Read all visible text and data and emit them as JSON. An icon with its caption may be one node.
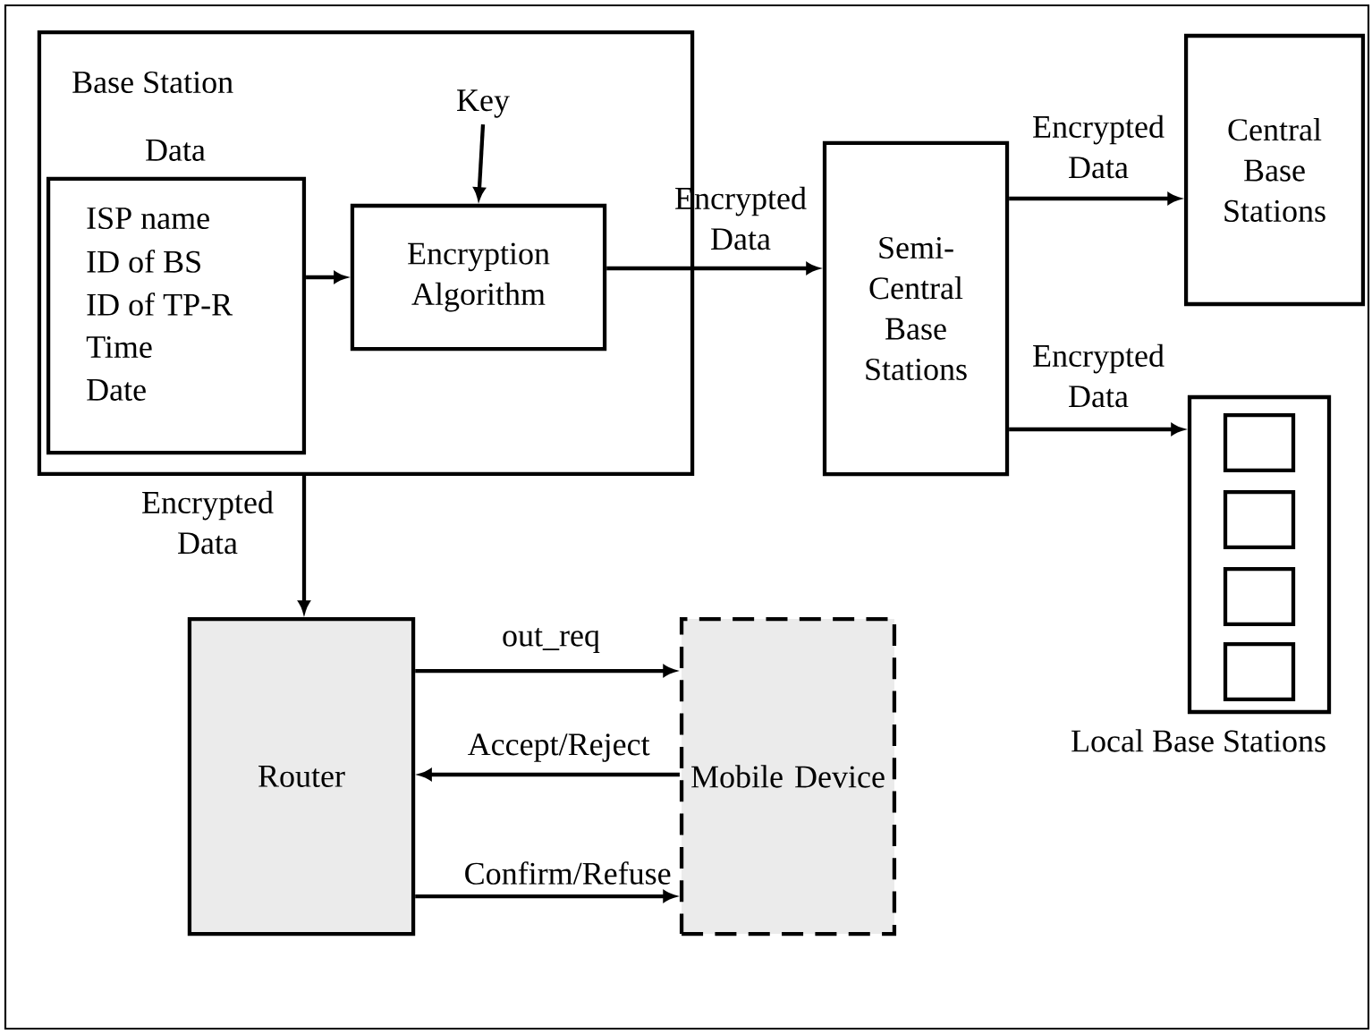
{
  "diagram": {
    "nodes": [
      {
        "text": [
          "Base Station"
        ]
      },
      {
        "text": [
          "Data",
          "ISP name",
          "ID of BS",
          "ID of TP-R",
          "Time",
          "Date"
        ],
        "in": 0
      },
      {
        "text": [
          "Key"
        ],
        "in": 0
      },
      {
        "text": [
          "Encryption Algorithm"
        ],
        "in": 0
      },
      {
        "text": [
          "Semi-Central Base Stations"
        ]
      },
      {
        "text": [
          "Central Base Stations"
        ]
      },
      {
        "text": [],
        "shape": "box",
        "beside": [
          "Local Base Stations"
        ]
      },
      {
        "text": [],
        "shape": "box",
        "in": 6
      },
      {
        "text": [],
        "shape": "box",
        "in": 6
      },
      {
        "text": [],
        "shape": "box",
        "in": 6
      },
      {
        "text": [],
        "shape": "box",
        "in": 6
      },
      {
        "text": [
          "Router"
        ]
      },
      {
        "text": [
          "Mobile Device"
        ]
      }
    ],
    "edges": [
      {
        "from": 2,
        "to": 3,
        "arrow": "to"
      },
      {
        "from": 1,
        "to": 3,
        "arrow": "to"
      },
      {
        "from": 3,
        "to": 4,
        "arrow": "to",
        "label": "Encrypted Data"
      },
      {
        "from": 4,
        "to": 5,
        "arrow": "to",
        "label": "Encrypted Data"
      },
      {
        "from": 4,
        "to": 6,
        "arrow": "to",
        "label": "Encrypted Data"
      },
      {
        "from": 0,
        "to": 11,
        "arrow": "to",
        "label": "Encrypted Data"
      },
      {
        "from": 11,
        "to": 12,
        "arrow": "to",
        "label": "out_req"
      },
      {
        "from": 12,
        "to": 11,
        "arrow": "to",
        "label": "Accept/Reject"
      },
      {
        "from": 11,
        "to": 12,
        "arrow": "to",
        "label": "Confirm/Refuse"
      }
    ]
  }
}
